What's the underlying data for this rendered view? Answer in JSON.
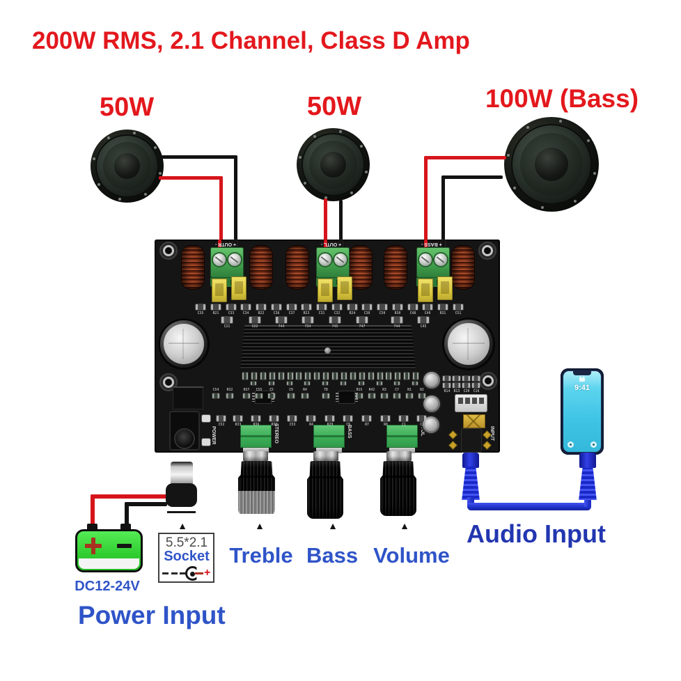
{
  "title": {
    "text": "200W RMS, 2.1 Channel, Class D Amp"
  },
  "speakers": [
    {
      "label": "50W"
    },
    {
      "label": "50W"
    },
    {
      "label": "100W (Bass)"
    }
  ],
  "board": {
    "terminal_labels": [
      "+ OUTR -",
      "+ OUTL -",
      "+ BASS -"
    ],
    "pot_labels": [
      "STEREO",
      "BASS",
      "VOL"
    ],
    "power_label": "POWER",
    "input_label": "INPUT",
    "smd_row1": [
      "C35",
      "R21",
      "C33",
      "C34",
      "R22",
      "C36",
      "C37",
      "R23",
      "C31",
      "C32",
      "R24",
      "C38",
      "C50",
      "R30",
      "C48",
      "C49",
      "R31",
      "C51"
    ],
    "smd_row2": [
      "C21",
      "C22",
      "744",
      "734",
      "745",
      "747",
      "744",
      "C45"
    ],
    "smd_mid": [
      "C54",
      "R32",
      "R37",
      "C55",
      "C5",
      "C9",
      "R4",
      "TD",
      "R15",
      "R42",
      "R3",
      "C7",
      "R1",
      "R2"
    ],
    "smd_row3": [
      "C52",
      "R33",
      "R36",
      "R35",
      "C53",
      "R4",
      "R29",
      "C9",
      "R7",
      "R8",
      "C1",
      "C2"
    ],
    "smd_right": [
      "R14",
      "R13",
      "C20",
      "C16"
    ]
  },
  "phone": {
    "time": "9:41"
  },
  "annotations": {
    "audio_input": "Audio Input",
    "power_input": "Power Input",
    "battery": "DC12-24V",
    "socket_size": "5.5*2.1",
    "socket_word": "Socket",
    "socket_plus": "+",
    "knobs": [
      "Treble",
      "Bass",
      "Volume"
    ],
    "pointer": "▲"
  },
  "colors": {
    "title_red": "#e3181d",
    "label_blue": "#2f54c8",
    "audio_blue": "#2236b0",
    "wire_red": "#d6151b",
    "wire_black": "#121212",
    "cable_blue": "#2438d8",
    "battery_green": "#2ecb2e",
    "screen_cyan": "#45c8e8",
    "board_black": "#151515"
  }
}
